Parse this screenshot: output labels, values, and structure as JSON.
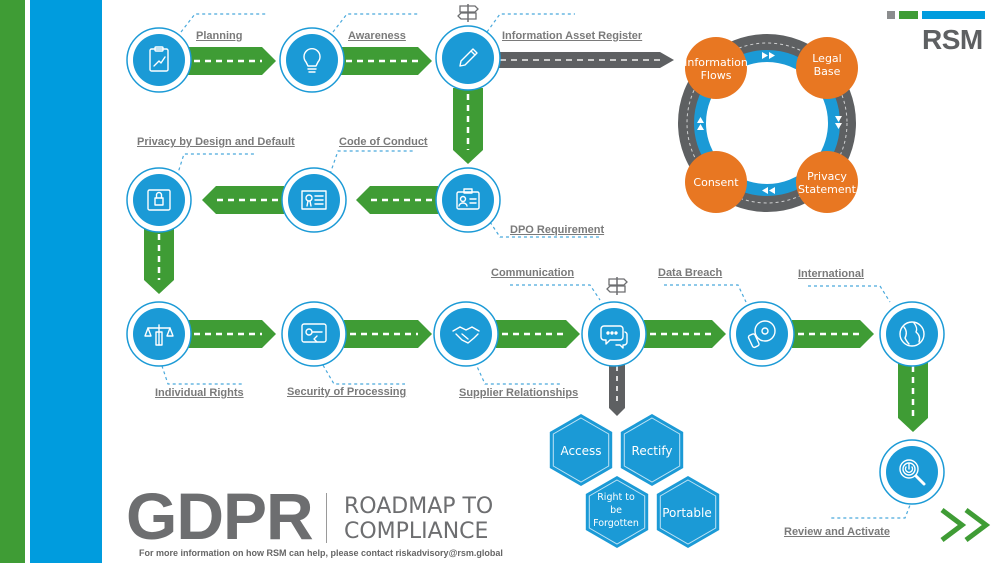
{
  "colors": {
    "green": "#3f9c35",
    "blue": "#009cde",
    "circle_blue": "#1b9ad6",
    "gray_road": "#5e6062",
    "orange": "#e87722",
    "label_gray": "#7a7a7a"
  },
  "brand": {
    "logo_text": "RSM"
  },
  "title": {
    "main": "GDPR",
    "subtitle_line1": "ROADMAP TO",
    "subtitle_line2": "COMPLIANCE",
    "contact": "For more information on how RSM can help, please contact riskadvisory@rsm.global"
  },
  "steps": [
    {
      "id": "planning",
      "label": "Planning",
      "icon": "clipboard-chart-icon"
    },
    {
      "id": "awareness",
      "label": "Awareness",
      "icon": "lightbulb-icon"
    },
    {
      "id": "information-asset-register",
      "label": "Information Asset Register",
      "icon": "pencil-icon"
    },
    {
      "id": "dpo-requirement",
      "label": "DPO Requirement",
      "icon": "id-badge-icon"
    },
    {
      "id": "code-of-conduct",
      "label": "Code of Conduct",
      "icon": "certificate-icon"
    },
    {
      "id": "privacy-by-design",
      "label": "Privacy by Design and Default",
      "icon": "lock-safe-icon"
    },
    {
      "id": "individual-rights",
      "label": "Individual Rights",
      "icon": "scales-justice-icon"
    },
    {
      "id": "security-of-processing",
      "label": "Security of Processing",
      "icon": "key-screen-icon"
    },
    {
      "id": "supplier-relationships",
      "label": "Supplier Relationships",
      "icon": "handshake-icon"
    },
    {
      "id": "communication",
      "label": "Communication",
      "icon": "speech-bubbles-icon"
    },
    {
      "id": "data-breach",
      "label": "Data Breach",
      "icon": "usb-disc-icon"
    },
    {
      "id": "international",
      "label": "International",
      "icon": "globe-icon"
    },
    {
      "id": "review-and-activate",
      "label": "Review and Activate",
      "icon": "magnifier-power-icon"
    }
  ],
  "cycle": {
    "items": [
      {
        "line1": "Information",
        "line2": "Flows"
      },
      {
        "line1": "Legal",
        "line2": "Base"
      },
      {
        "line1": "Privacy",
        "line2": "Statement"
      },
      {
        "line1": "Consent",
        "line2": ""
      }
    ]
  },
  "rights": [
    {
      "label": "Access"
    },
    {
      "label": "Rectify"
    },
    {
      "label": "Right to be Forgotten",
      "lines": [
        "Right to",
        "be",
        "Forgotten"
      ]
    },
    {
      "label": "Portable"
    }
  ]
}
